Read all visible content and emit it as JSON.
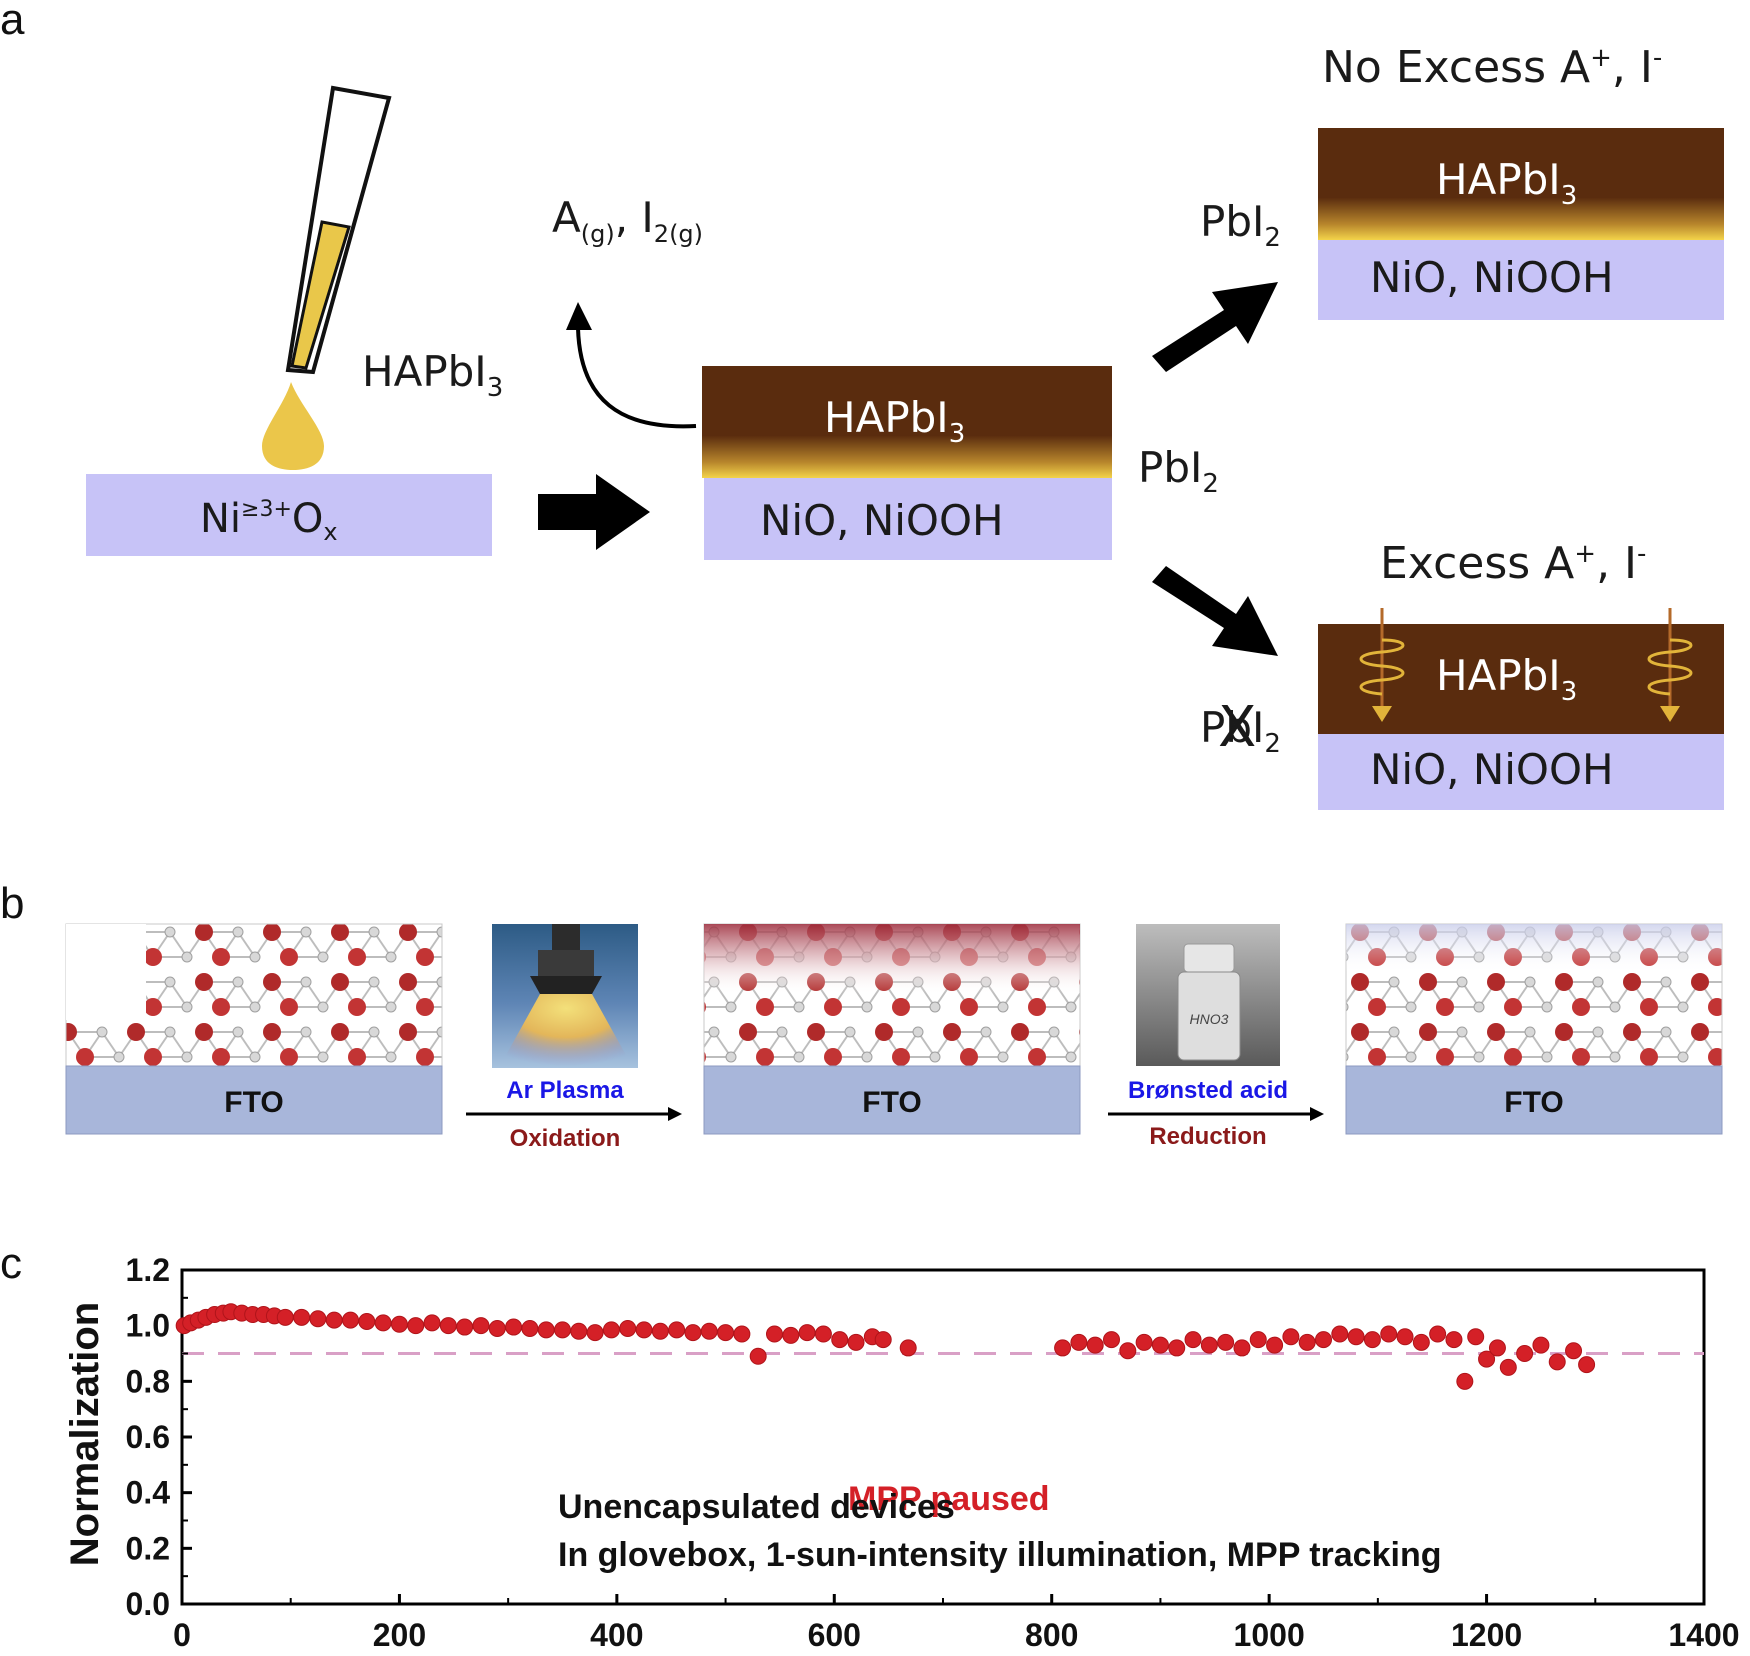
{
  "panel_a": {
    "letter": "a",
    "substrate_label": {
      "base": "Ni",
      "sup": "≥3+",
      "base2": "O",
      "sub": "x"
    },
    "drop_label": {
      "base": "HAPbI",
      "sub": "3"
    },
    "gas_label": {
      "a": "A",
      "a_sub": "(g)",
      "sep": ", I",
      "i_sub": "2(g)"
    },
    "center_film": {
      "top": {
        "base": "HAPbI",
        "sub": "3"
      },
      "bottom": "NiO, NiOOH"
    },
    "center_pbi2": {
      "base": "PbI",
      "sub": "2"
    },
    "top_right": {
      "heading": {
        "t1": "No Excess A",
        "s1": "+",
        "t2": ", I",
        "s2": "-"
      },
      "film_top": {
        "base": "HAPbI",
        "sub": "3"
      },
      "film_bottom": "NiO, NiOOH",
      "pbi2": {
        "base": "PbI",
        "sub": "2"
      }
    },
    "bottom_right": {
      "heading": {
        "t1": "Excess A",
        "s1": "+",
        "t2": ", I",
        "s2": "-"
      },
      "film_top": {
        "base": "HAPbI",
        "sub": "3"
      },
      "film_bottom": "NiO, NiOOH",
      "pbi2": {
        "base": "PbI",
        "sub": "2"
      },
      "cross_mark": "X"
    }
  },
  "panel_b": {
    "letter": "b",
    "fto_label": "FTO",
    "step1": {
      "top": "Ar Plasma",
      "bottom": "Oxidation"
    },
    "step2": {
      "top": "Brønsted acid",
      "bottom": "Reduction"
    },
    "vial_text": "HNO3"
  },
  "panel_c": {
    "letter": "c",
    "annotation_paused": "MPP paused",
    "note_line1": "Unencapsulated devices",
    "note_line2": "In glovebox, 1-sun-intensity illumination, MPP tracking"
  },
  "chart_data": {
    "type": "scatter",
    "title": "",
    "xlabel": "",
    "ylabel": "Normalization",
    "xlim": [
      0,
      1400
    ],
    "ylim": [
      0.0,
      1.2
    ],
    "x_ticks": [
      0,
      200,
      400,
      600,
      800,
      1000,
      1200,
      1400
    ],
    "y_ticks": [
      0.0,
      0.2,
      0.4,
      0.6,
      0.8,
      1.0,
      1.2
    ],
    "reference_line": 0.9,
    "series": [
      {
        "color": "#d42027",
        "x": [
          2,
          8,
          15,
          22,
          30,
          38,
          45,
          55,
          65,
          75,
          85,
          95,
          110,
          125,
          140,
          155,
          170,
          185,
          200,
          215,
          230,
          245,
          260,
          275,
          290,
          305,
          320,
          335,
          350,
          365,
          380,
          395,
          410,
          425,
          440,
          455,
          470,
          485,
          500,
          515,
          530,
          545,
          560,
          575,
          590,
          605,
          620,
          635,
          645,
          668,
          810,
          825,
          840,
          855,
          870,
          885,
          900,
          915,
          930,
          945,
          960,
          975,
          990,
          1005,
          1020,
          1035,
          1050,
          1065,
          1080,
          1095,
          1110,
          1125,
          1140,
          1155,
          1170,
          1180,
          1190,
          1200,
          1210,
          1220,
          1235,
          1250,
          1265,
          1280,
          1292
        ],
        "y": [
          1.0,
          1.01,
          1.02,
          1.03,
          1.04,
          1.045,
          1.05,
          1.045,
          1.04,
          1.04,
          1.035,
          1.03,
          1.03,
          1.025,
          1.02,
          1.02,
          1.015,
          1.01,
          1.005,
          1.0,
          1.01,
          1.0,
          0.995,
          1.0,
          0.99,
          0.995,
          0.99,
          0.985,
          0.985,
          0.98,
          0.975,
          0.985,
          0.99,
          0.985,
          0.98,
          0.985,
          0.975,
          0.98,
          0.975,
          0.97,
          0.89,
          0.97,
          0.965,
          0.975,
          0.97,
          0.95,
          0.94,
          0.96,
          0.95,
          0.92,
          0.92,
          0.94,
          0.93,
          0.95,
          0.91,
          0.94,
          0.93,
          0.92,
          0.95,
          0.93,
          0.94,
          0.92,
          0.95,
          0.93,
          0.96,
          0.94,
          0.95,
          0.97,
          0.96,
          0.95,
          0.97,
          0.96,
          0.94,
          0.97,
          0.95,
          0.8,
          0.96,
          0.88,
          0.92,
          0.85,
          0.9,
          0.93,
          0.87,
          0.91,
          0.86
        ]
      }
    ]
  }
}
